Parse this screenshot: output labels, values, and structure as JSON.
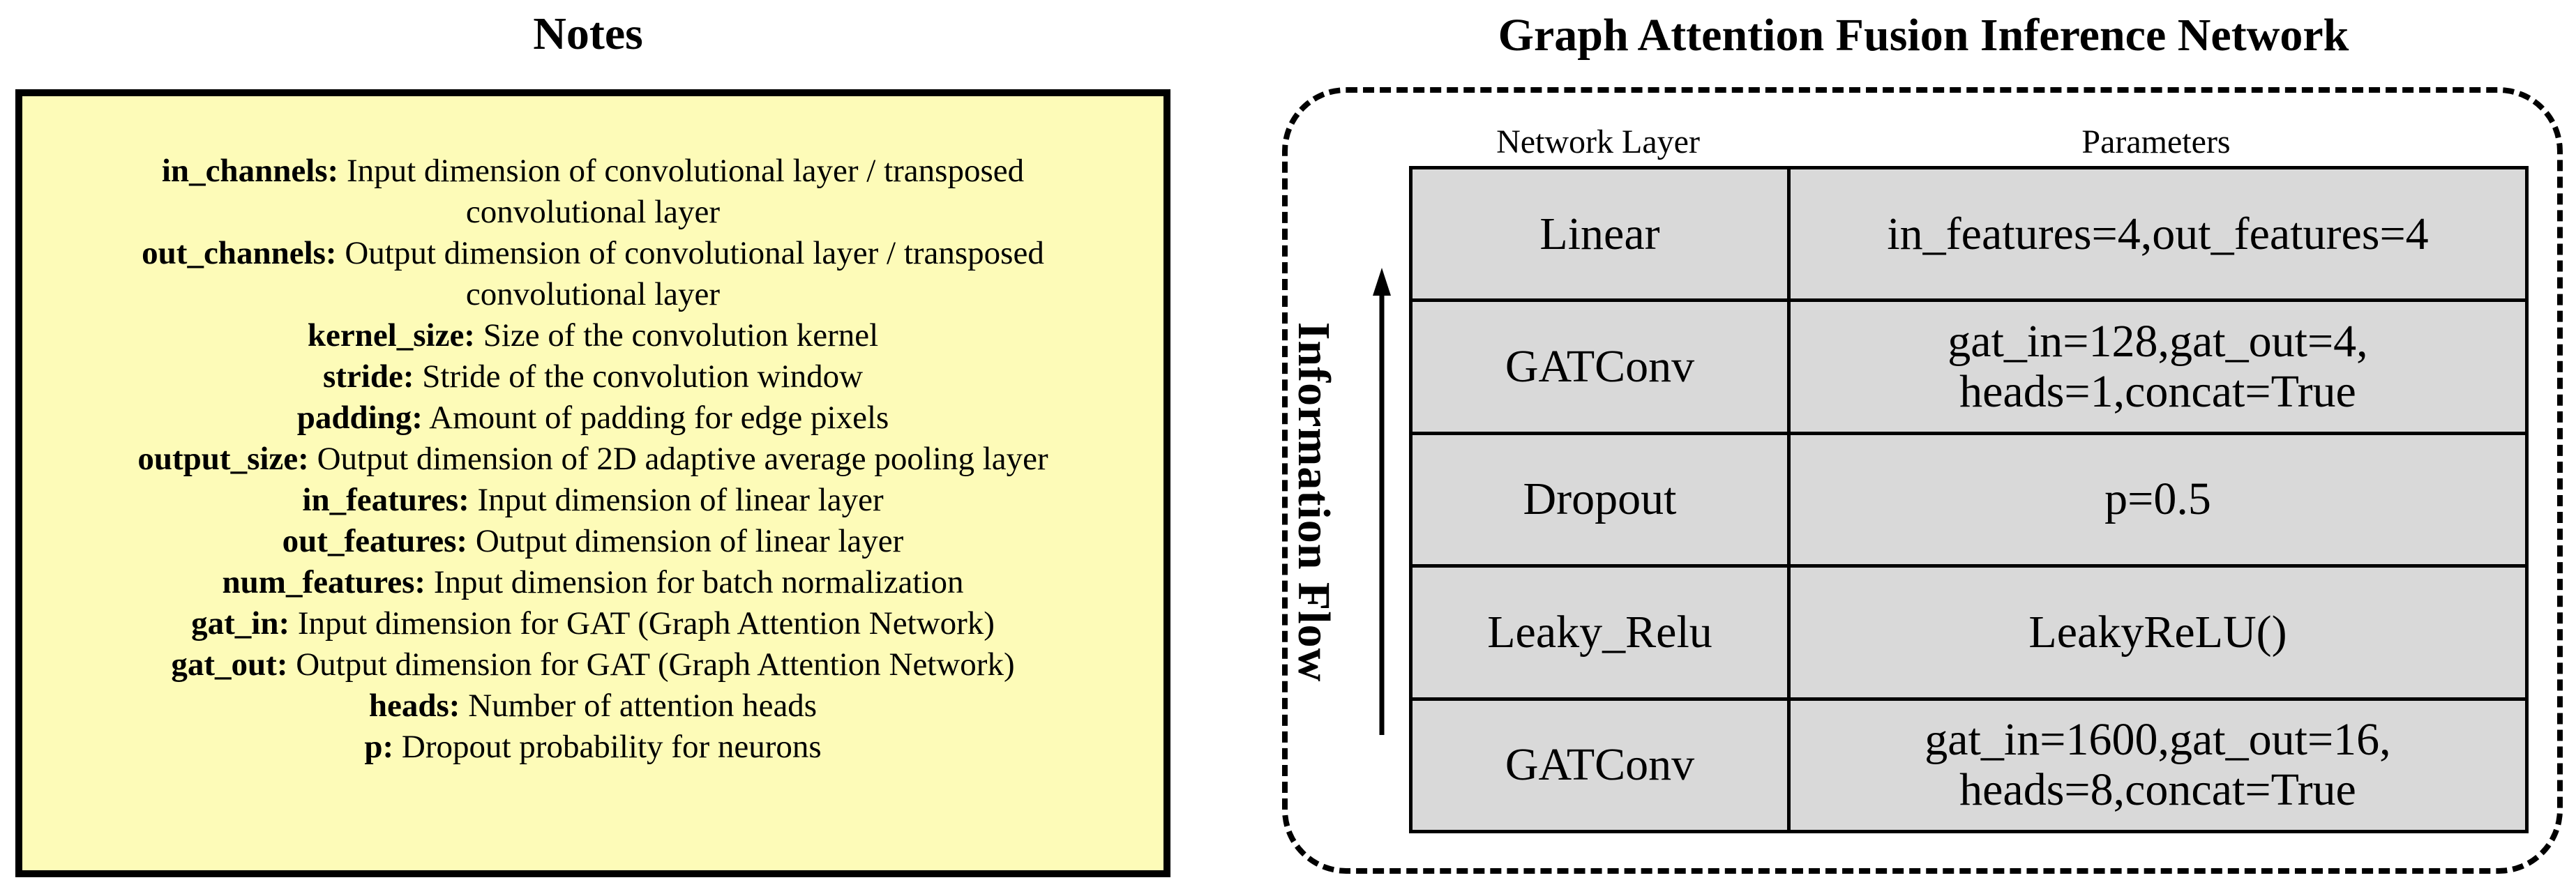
{
  "notes": {
    "title": "Notes",
    "background_color": "#fdfbb8",
    "items": [
      {
        "term": "in_channels:",
        "desc": "Input dimension of convolutional layer / transposed",
        "desc_cont": "convolutional layer"
      },
      {
        "term": "out_channels:",
        "desc": "Output dimension of convolutional layer / transposed",
        "desc_cont": "convolutional layer"
      },
      {
        "term": "kernel_size:",
        "desc": "Size of the convolution kernel"
      },
      {
        "term": "stride:",
        "desc": "Stride of the convolution window"
      },
      {
        "term": "padding:",
        "desc": "Amount of padding for edge pixels"
      },
      {
        "term": "output_size:",
        "desc": "Output dimension of 2D adaptive average pooling layer"
      },
      {
        "term": "in_features:",
        "desc": "Input dimension of linear layer"
      },
      {
        "term": "out_features:",
        "desc": "Output dimension of linear layer"
      },
      {
        "term": "num_features:",
        "desc": "Input dimension for batch normalization"
      },
      {
        "term": "gat_in:",
        "desc": "Input dimension for GAT (Graph Attention Network)"
      },
      {
        "term": "gat_out:",
        "desc": "Output dimension for GAT (Graph Attention Network)"
      },
      {
        "term": "heads:",
        "desc": "Number of attention heads"
      },
      {
        "term": "p:",
        "desc": "Dropout probability for neurons"
      }
    ]
  },
  "network": {
    "title": "Graph Attention Fusion Inference Network",
    "column_headers": [
      "Network Layer",
      "Parameters"
    ],
    "cell_color": "#d9d9d9",
    "flow_label": "Information Flow",
    "rows": [
      {
        "layer": "Linear",
        "params": [
          "in_features=4,out_features=4"
        ]
      },
      {
        "layer": "GATConv",
        "params": [
          "gat_in=128,gat_out=4,",
          "heads=1,concat=True"
        ]
      },
      {
        "layer": "Dropout",
        "params": [
          "p=0.5"
        ]
      },
      {
        "layer": "Leaky_Relu",
        "params": [
          "LeakyReLU()"
        ]
      },
      {
        "layer": "GATConv",
        "params": [
          "gat_in=1600,gat_out=16,",
          "heads=8,concat=True"
        ]
      }
    ]
  }
}
